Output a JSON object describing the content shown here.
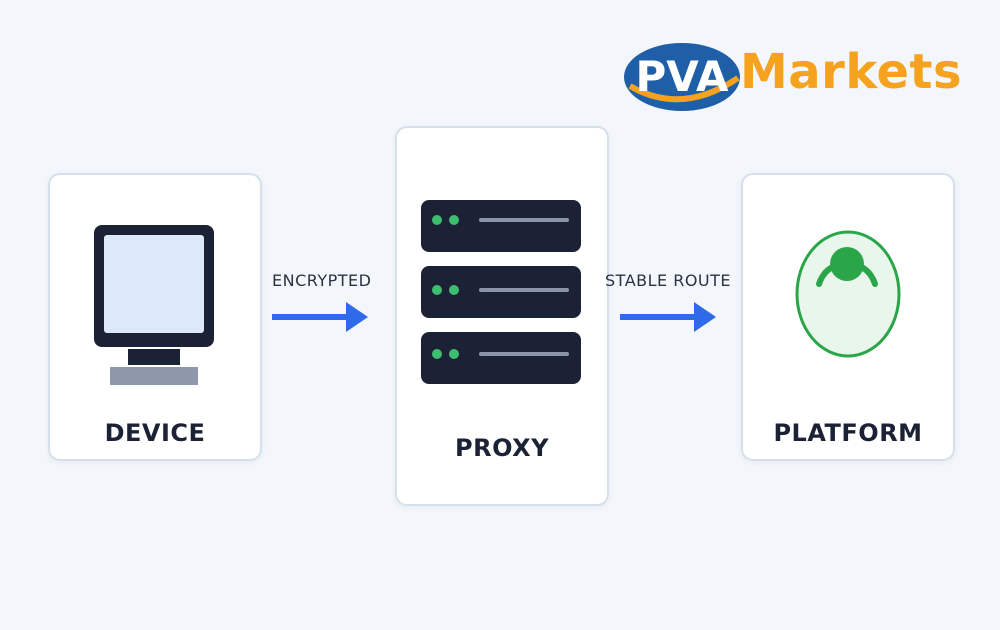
{
  "logo": {
    "mark_text": "PVA",
    "word": "Markets",
    "colors": {
      "mark": "#1f5fa8",
      "word": "#f5a21f"
    }
  },
  "nodes": {
    "device": {
      "label": "DEVICE",
      "icon": "monitor-icon"
    },
    "proxy": {
      "label": "PROXY",
      "icon": "server-stack-icon"
    },
    "platform": {
      "label": "PLATFORM",
      "icon": "user-circle-icon"
    }
  },
  "edges": [
    {
      "from": "DEVICE",
      "to": "PROXY",
      "label": "ENCRYPTED"
    },
    {
      "from": "PROXY",
      "to": "PLATFORM",
      "label": "STABLE ROUTE"
    }
  ],
  "colors": {
    "arrow": "#2f6be8",
    "server": "#1b2236",
    "server_led": "#3ebd6e",
    "platform_green": "#2aa548",
    "card_border": "#d6e0ec"
  }
}
